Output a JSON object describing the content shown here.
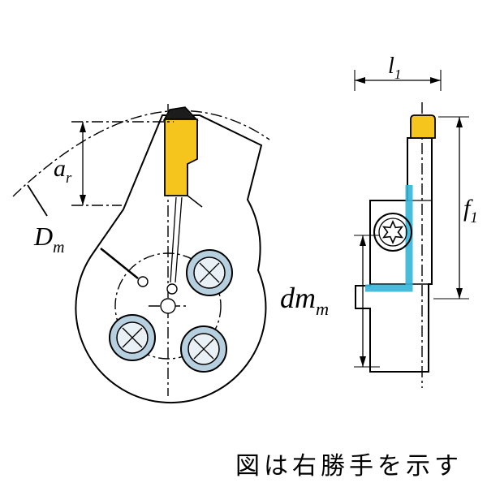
{
  "drawing": {
    "caption": "図は右勝手を示す",
    "labels": {
      "ar": {
        "base": "a",
        "sub": "r"
      },
      "Dm": {
        "base": "D",
        "sub": "m"
      },
      "l1": {
        "base": "l",
        "sub": "1"
      },
      "f1": {
        "base": "f",
        "sub": "1"
      },
      "dmm": {
        "base": "dm",
        "sub": "m"
      }
    },
    "colors": {
      "body": "#a9c6d9",
      "insert": "#f5c51d",
      "insert_clamp": "#1c1c1c",
      "channel": "#33b5d9",
      "line": "#000000",
      "background": "#ffffff"
    }
  }
}
